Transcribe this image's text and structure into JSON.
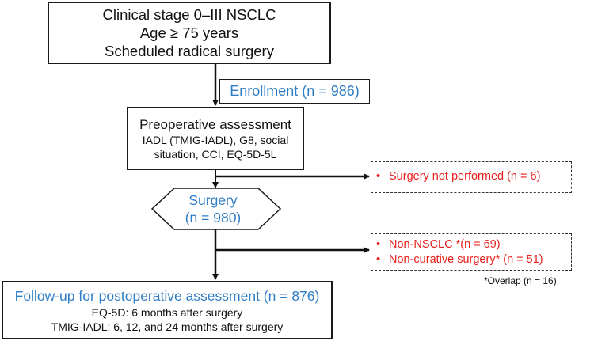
{
  "eligibility": {
    "line1": "Clinical stage 0–III NSCLC",
    "line2": "Age ≥ 75 years",
    "line3": "Scheduled radical surgery"
  },
  "enrollment": {
    "label": "Enrollment (n = 986)"
  },
  "preop": {
    "title": "Preoperative assessment",
    "line1": "IADL (TMIG-IADL), G8, social",
    "line2": "situation, CCI, EQ-5D-5L"
  },
  "surgery": {
    "label": "Surgery",
    "count": "(n = 980)"
  },
  "exclusion_no_surgery": {
    "bullet": "•",
    "text": "Surgery not performed (n = 6)"
  },
  "exclusion_postop": {
    "items": [
      {
        "bullet": "•",
        "text": "Non-NSCLC *(n = 69)"
      },
      {
        "bullet": "•",
        "text": "Non-curative surgery* (n = 51)"
      }
    ],
    "note": "*Overlap  (n = 16)"
  },
  "followup": {
    "title": "Follow-up for postoperative assessment (n = 876)",
    "line1": "EQ-5D: 6 months after surgery",
    "line2": "TMIG-IADL: 6, 12, and 24 months after surgery"
  },
  "colors": {
    "enrollment_text": "#2f7dc4",
    "exclusion_text": "#e8201c",
    "border": "#1a1a1a"
  }
}
